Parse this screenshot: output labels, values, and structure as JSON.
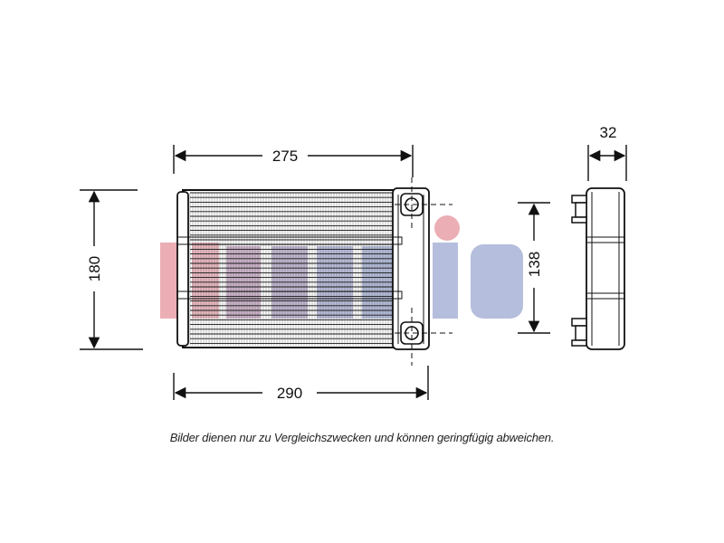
{
  "diagram": {
    "dimensions": {
      "top_width": "275",
      "height_left": "180",
      "bottom_width": "290",
      "pitch_height": "138",
      "depth": "32"
    },
    "disclaimer": "Bilder dienen nur zu Vergleichszwecken und können geringfügig abweichen."
  },
  "colors": {
    "line": "#111111",
    "watermark_red": "#e8a0a8",
    "watermark_blue": "#a9b3d6"
  }
}
